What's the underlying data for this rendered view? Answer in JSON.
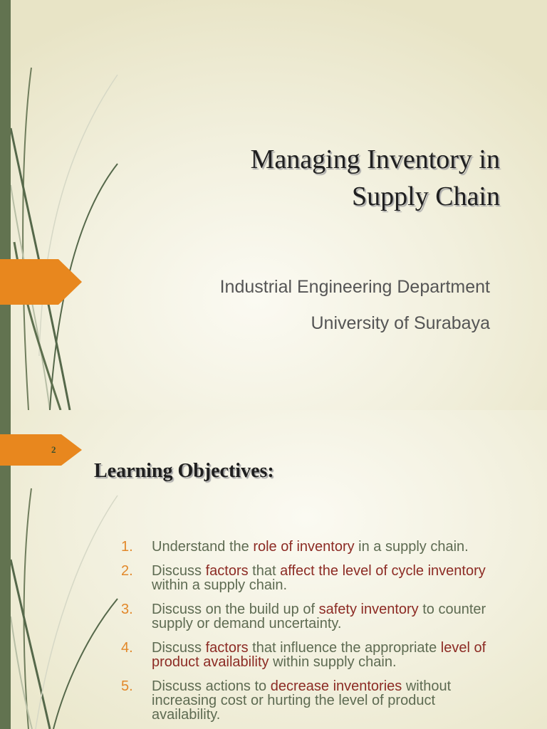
{
  "slide1": {
    "title_line1": "Managing Inventory in",
    "title_line2": "Supply Chain",
    "subtitle_line1": "Industrial Engineering Department",
    "subtitle_line2": "University of Surabaya"
  },
  "slide2": {
    "slide_number": "2",
    "title": "Learning Objectives:",
    "objectives": [
      {
        "num": "1.",
        "parts": [
          "Understand the ",
          "role of inventory",
          " in a supply chain."
        ]
      },
      {
        "num": "2.",
        "parts": [
          "Discuss ",
          "factors",
          " that ",
          "affect the level of cycle inventory",
          " within a supply chain."
        ]
      },
      {
        "num": "3.",
        "parts": [
          "Discuss on the build up of ",
          "safety inventory",
          " to counter supply or demand uncertainty."
        ]
      },
      {
        "num": "4.",
        "parts": [
          "Discuss ",
          "factors",
          " that influence the appropriate ",
          "level of product availability",
          " within supply chain."
        ]
      },
      {
        "num": "5.",
        "parts": [
          "Discuss actions to ",
          "decrease inventories",
          " without increasing cost or hurting the level of product availability."
        ]
      }
    ]
  },
  "colors": {
    "sidebar": "#627350",
    "accent_tab": "#e8871e",
    "number": "#e2882a",
    "highlight": "#8c2b24",
    "body_text": "#5e6b52",
    "title_text": "#1f1f1f"
  }
}
